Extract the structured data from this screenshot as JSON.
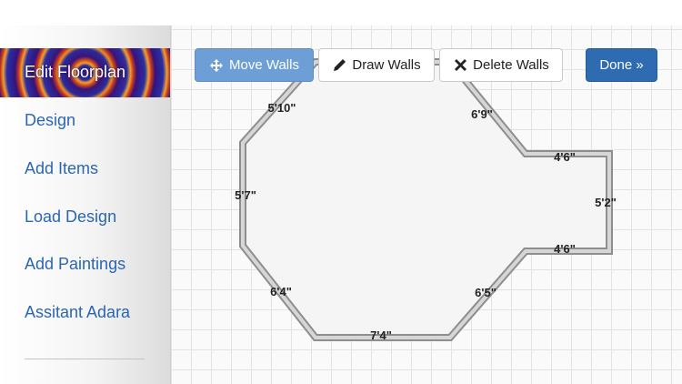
{
  "sidebar": {
    "title": "Edit Floorplan",
    "items": [
      {
        "label": "Design"
      },
      {
        "label": "Add Items"
      },
      {
        "label": "Load Design"
      },
      {
        "label": "Add Paintings"
      },
      {
        "label": "Assitant Adara"
      }
    ]
  },
  "toolbar": {
    "move_walls": "Move Walls",
    "draw_walls": "Draw Walls",
    "delete_walls": "Delete Walls",
    "done": "Done »"
  },
  "floorplan": {
    "wall_labels": {
      "top_left": "5'10\"",
      "top_right": "6'9\"",
      "ext_top": "4'6\"",
      "ext_right": "5'2\"",
      "ext_bottom": "4'6\"",
      "left": "5'7\"",
      "bottom_left": "6'4\"",
      "bottom": "7'4\"",
      "bottom_right": "6'5\""
    }
  },
  "colors": {
    "accent_blue": "#2e6bb0",
    "active_button": "#6d9fd6",
    "link_text": "#2a66b4"
  }
}
